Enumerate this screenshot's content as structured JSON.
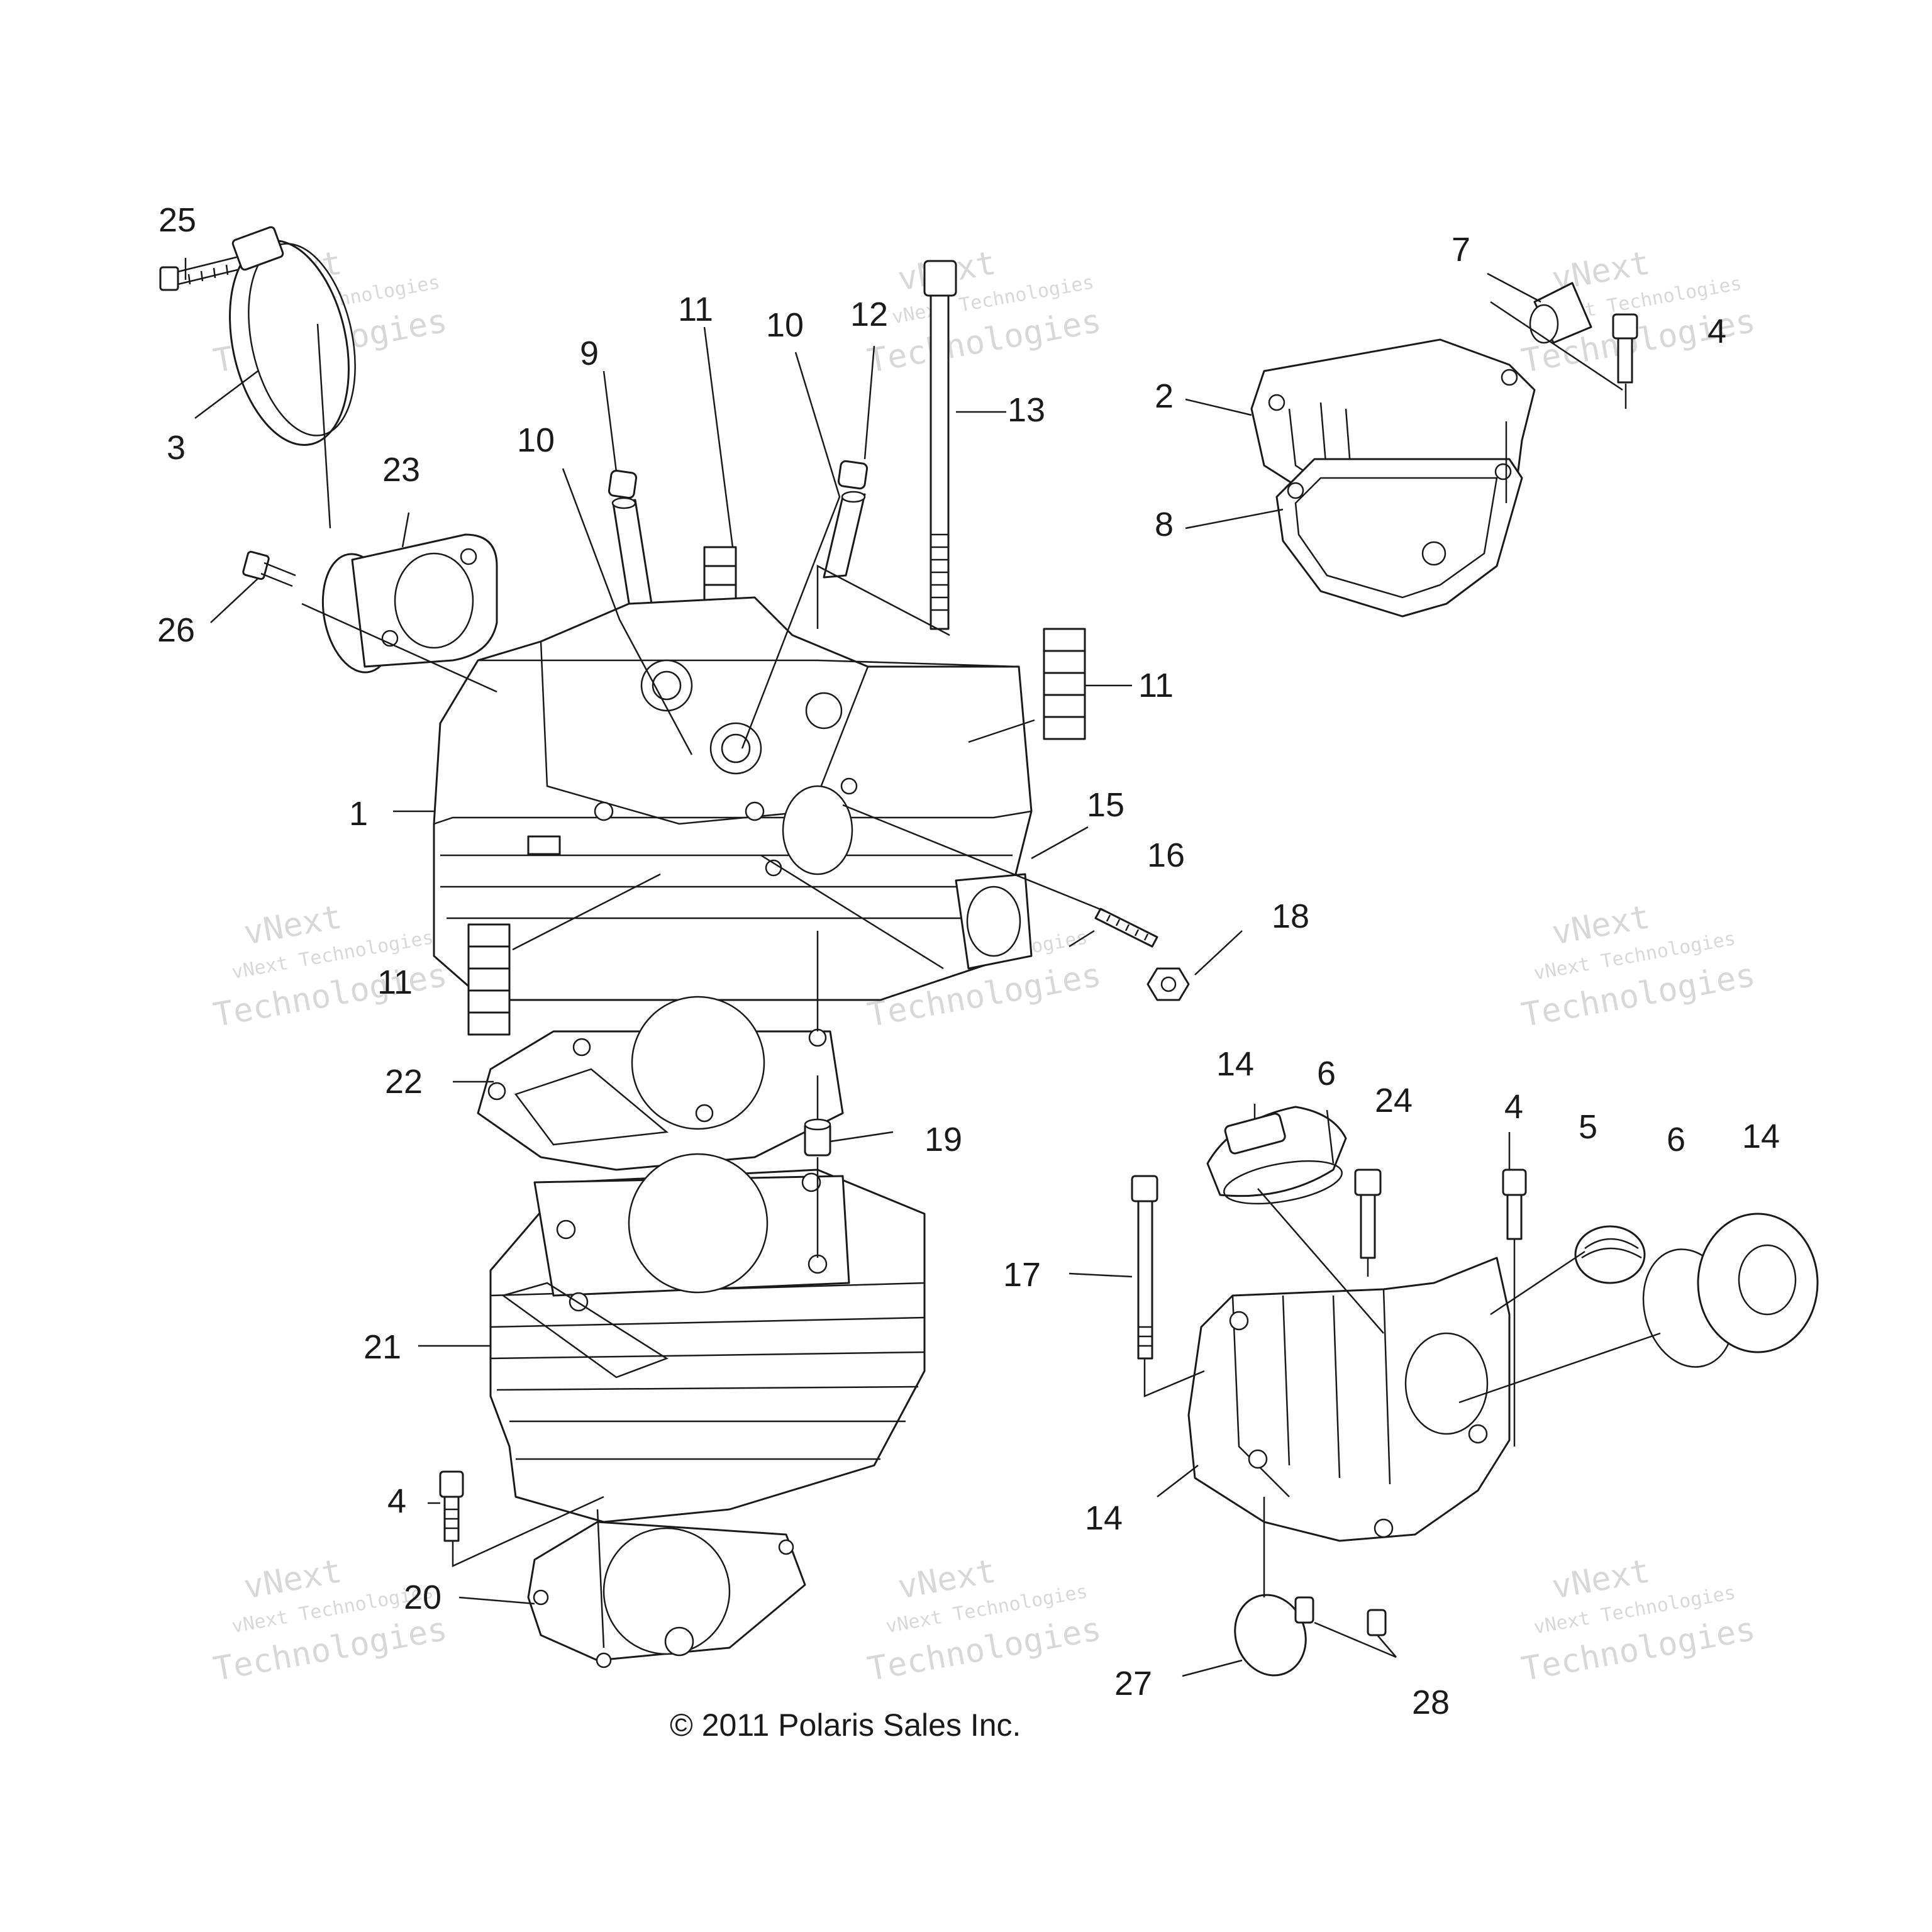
{
  "diagram": {
    "callouts": [
      "25",
      "3",
      "23",
      "26",
      "10",
      "9",
      "11",
      "10",
      "12",
      "13",
      "1",
      "11",
      "15",
      "16",
      "18",
      "11",
      "22",
      "19",
      "21",
      "4",
      "20",
      "7",
      "4",
      "2",
      "8",
      "14",
      "6",
      "24",
      "4",
      "5",
      "6",
      "14",
      "17",
      "14",
      "27",
      "28"
    ],
    "watermark": {
      "line1": "vNext Technologies",
      "line2": "Technologies",
      "mark": "vNext"
    },
    "copyright": "© 2011 Polaris Sales Inc."
  }
}
